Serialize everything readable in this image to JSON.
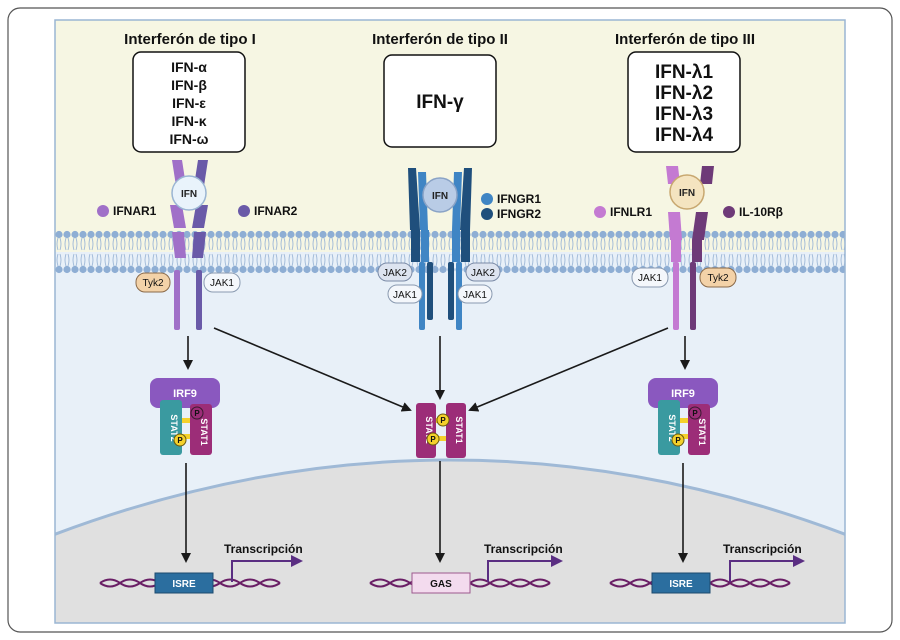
{
  "columns": {
    "type1": {
      "title": "Interferón de tipo I",
      "ligands": [
        "IFN-α",
        "IFN-β",
        "IFN-ε",
        "IFN-κ",
        "IFN-ω"
      ],
      "ifn_label": "IFN",
      "receptor_left": "IFNAR1",
      "receptor_right": "IFNAR2",
      "kinase_left": "Tyk2",
      "kinase_right": "JAK1",
      "complex": {
        "irf": "IRF9",
        "stat_a": "STAT2",
        "stat_b": "STAT1",
        "p": "P"
      },
      "gene": "ISRE",
      "transcription": "Transcripción"
    },
    "type2": {
      "title": "Interferón de tipo II",
      "ligand": "IFN-γ",
      "ifn_label": "IFN",
      "receptor_1": "IFNGR1",
      "receptor_2": "IFNGR2",
      "jak2": "JAK2",
      "jak1": "JAK1",
      "complex": {
        "stat_a": "STAT1",
        "stat_b": "STAT1",
        "p": "P"
      },
      "gene": "GAS",
      "transcription": "Transcripción"
    },
    "type3": {
      "title": "Interferón de tipo III",
      "ligands": [
        "IFN-λ1",
        "IFN-λ2",
        "IFN-λ3",
        "IFN-λ4"
      ],
      "ifn_label": "IFN",
      "receptor_left": "IFNLR1",
      "receptor_right": "IL-10Rβ",
      "kinase_left": "JAK1",
      "kinase_right": "Tyk2",
      "complex": {
        "irf": "IRF9",
        "stat_a": "STAT2",
        "stat_b": "STAT1",
        "p": "P"
      },
      "gene": "ISRE",
      "transcription": "Transcripción"
    }
  },
  "colors": {
    "extracellular": "#f6f6e3",
    "cytoplasm": "#e8f0f8",
    "nucleus": "#e0e0e0",
    "membrane_head": "#8eaed4",
    "receptor_purple_light": "#a070c8",
    "receptor_purple_dark": "#6a5aa8",
    "receptor_blue": "#3f85c4",
    "receptor_navy": "#1f4f7c",
    "irf9": "#8a58bf",
    "stat2": "#3a9aa0",
    "stat1": "#9c2d78",
    "phospho": "#f4d12b",
    "isre": "#2b6e9f",
    "gas": "#f3dbee",
    "dna": "#6a1f66",
    "transcription_arrow": "#5a2e82",
    "tyk2": "#f3d2a8"
  }
}
